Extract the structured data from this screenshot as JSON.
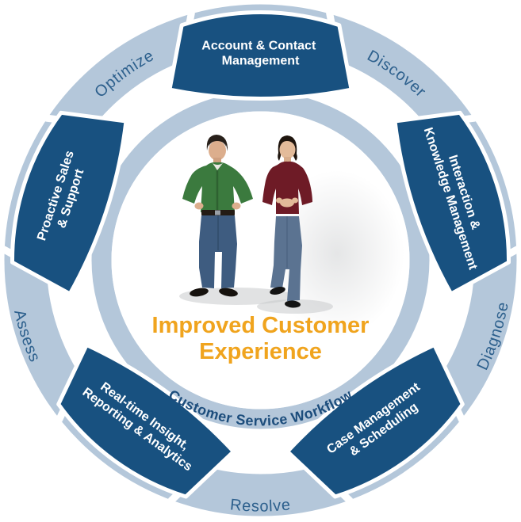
{
  "diagram": {
    "center": {
      "heading_line1": "Improved Customer",
      "heading_line2": "Experience"
    },
    "inner_ring": {
      "label": "Customer Service Workflow"
    },
    "outer_ring": {
      "labels": {
        "optimize": "Optimize",
        "discover": "Discover",
        "diagnose": "Diagnose",
        "resolve": "Resolve",
        "assess": "Assess"
      }
    },
    "segments": [
      {
        "line1": "Account & Contact",
        "line2": "Management"
      },
      {
        "line1": "Interaction &",
        "line2": "Knowledge Management"
      },
      {
        "line1": "Case Management",
        "line2": "& Scheduling"
      },
      {
        "line1": "Real-time Insight,",
        "line2": "Reporting & Analytics"
      },
      {
        "line1": "Proactive Sales",
        "line2": "& Support"
      }
    ],
    "icons": {
      "people_illustration": "two-people-photo"
    },
    "colors": {
      "ring": "#b4c7da",
      "segment": "#185180",
      "ring_label_text": "#2d608d",
      "workflow_text": "#1c4d7c",
      "center_heading": "#f0a41e",
      "segment_text": "#ffffff"
    }
  }
}
